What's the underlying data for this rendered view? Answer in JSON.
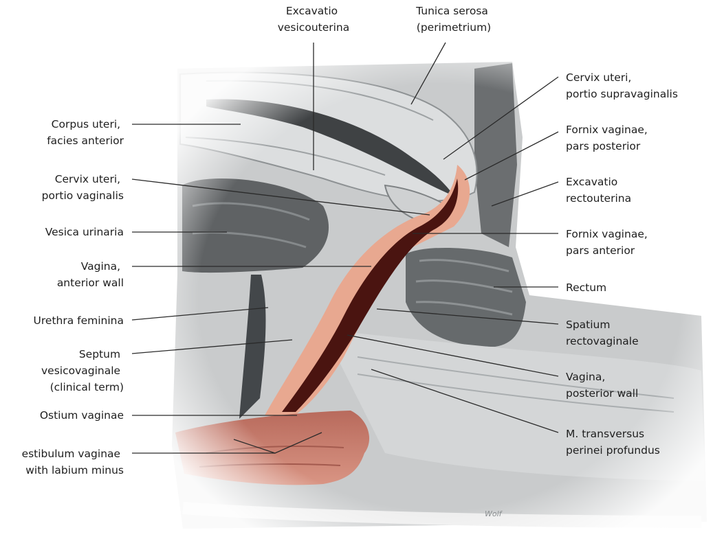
{
  "figure": {
    "signature": "Wolf",
    "colors": {
      "tissue_gray": "#c9cbcc",
      "tissue_light": "#dcdedf",
      "dark_fat": "#5c5f61",
      "mucosa_pink": "#e8a890",
      "mucosa_dark": "#4a1410",
      "labium": "#c77768"
    }
  },
  "labels": {
    "excavatio_vesicouterina": [
      "Excavatio",
      "vesicouterina"
    ],
    "tunica_serosa": [
      "Tunica serosa",
      "(perimetrium)"
    ],
    "corpus_uteri": [
      "Corpus uteri,",
      "facies anterior"
    ],
    "cervix_vaginalis": [
      "Cervix uteri,",
      "portio vaginalis"
    ],
    "vesica_urinaria": [
      "Vesica urinaria"
    ],
    "vagina_anterior": [
      "Vagina,",
      "anterior wall"
    ],
    "urethra": [
      "Urethra feminina"
    ],
    "septum": [
      "Septum",
      "vesicovaginale",
      "(clinical term)"
    ],
    "ostium": [
      "Ostium vaginae"
    ],
    "vestibulum": [
      "estibulum vaginae",
      "with labium minus"
    ],
    "cervix_supravaginalis": [
      "Cervix uteri,",
      "portio supravaginalis"
    ],
    "fornix_posterior": [
      "Fornix vaginae,",
      "pars posterior"
    ],
    "excavatio_rectouterina": [
      "Excavatio",
      "rectouterina"
    ],
    "fornix_anterior": [
      "Fornix vaginae,",
      "pars anterior"
    ],
    "rectum": [
      "Rectum"
    ],
    "spatium": [
      "Spatium",
      "rectovaginale"
    ],
    "vagina_posterior": [
      "Vagina,",
      "posterior wall"
    ],
    "transversus": [
      "M. transversus",
      "perinei profundus"
    ]
  }
}
